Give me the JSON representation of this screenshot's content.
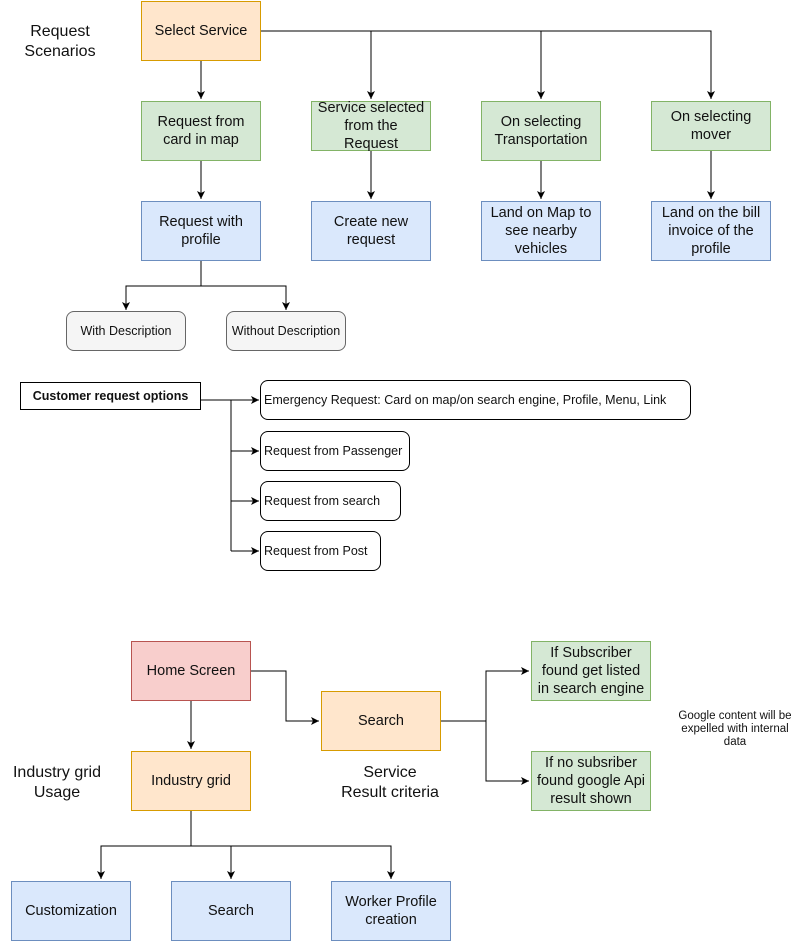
{
  "request_section": {
    "title": "Request\nScenarios",
    "select_service": "Select Service",
    "request_from_card": "Request from\ncard in map",
    "service_selected": "Service selected\nfrom the Request",
    "on_transportation": "On selecting\nTransportation",
    "on_mover": "On selecting\nmover",
    "request_with_profile": "Request with\nprofile",
    "create_new_request": "Create new\nrequest",
    "land_on_map": "Land on Map to\nsee nearby\nvehicles",
    "land_on_bill": "Land on the bill\ninvoice of the\nprofile",
    "with_description": "With Description",
    "without_description": "Without Description"
  },
  "customer_options": {
    "title": "Customer request options",
    "items": [
      "Emergency Request:  Card on map/on search engine, Profile, Menu, Link",
      "Request from Passenger",
      "Request from search",
      "Request from Post"
    ]
  },
  "industry_section": {
    "home_screen": "Home Screen",
    "search": "Search",
    "subscriber_found": "If Subscriber\nfound get listed\nin search engine",
    "no_subscriber": "If no subsriber\nfound google Api\nresult shown",
    "google_note": "Google content will be\nexpelled with internal\ndata",
    "service_result": "Service\nResult criteria",
    "industry_title": "Industry grid\nUsage",
    "industry_grid": "Industry grid",
    "customization": "Customization",
    "grid_search": "Search",
    "worker_profile": "Worker Profile\ncreation"
  },
  "colors": {
    "orange_fill": "#ffe6cc",
    "orange_stroke": "#d79b00",
    "green_fill": "#d5e8d4",
    "green_stroke": "#82b366",
    "blue_fill": "#dae8fc",
    "blue_stroke": "#6c8ebf",
    "red_fill": "#f8cecc",
    "red_stroke": "#b85450",
    "gray_fill": "#f5f5f5",
    "gray_stroke": "#666666"
  }
}
